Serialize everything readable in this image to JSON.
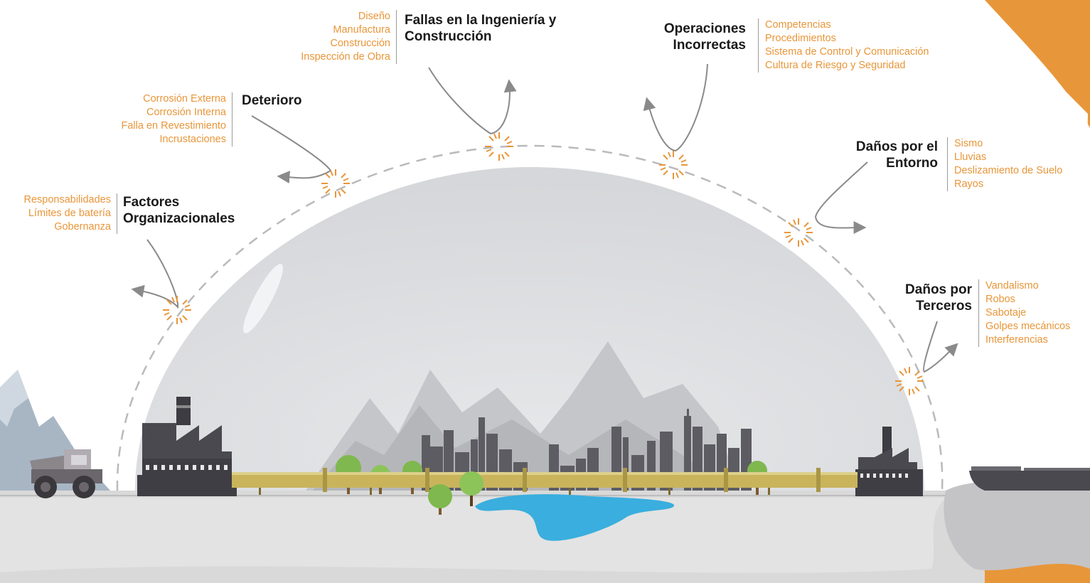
{
  "categories": [
    {
      "id": "factores",
      "title_line1": "Factores",
      "title_line2": "Organizacionales",
      "items": [
        "Responsabilidades",
        "Límites de batería",
        "Gobernanza"
      ]
    },
    {
      "id": "deterioro",
      "title_line1": "Deterioro",
      "items": [
        "Corrosión Externa",
        "Corrosión Interna",
        "Falla en Revestimiento",
        "Incrustaciones"
      ]
    },
    {
      "id": "fallas",
      "title_line1": "Fallas en la Ingeniería y",
      "title_line2": "Construcción",
      "items": [
        "Diseño",
        "Manufactura",
        "Construcción",
        "Inspección de Obra"
      ]
    },
    {
      "id": "operaciones",
      "title_line1": "Operaciones",
      "title_line2": "Incorrectas",
      "items": [
        "Competencias",
        "Procedimientos",
        "Sistema de Control y Comunicación",
        "Cultura de Riesgo y Seguridad"
      ]
    },
    {
      "id": "entorno",
      "title_line1": "Daños por el",
      "title_line2": "Entorno",
      "items": [
        "Sismo",
        "Lluvias",
        "Deslizamiento de Suelo",
        "Rayos"
      ]
    },
    {
      "id": "terceros",
      "title_line1": "Daños por",
      "title_line2": "Terceros",
      "items": [
        "Vandalismo",
        "Robos",
        "Sabotaje",
        "Golpes mecánicos",
        "Interferencias"
      ]
    }
  ],
  "colors": {
    "accent": "#e8963a",
    "title": "#1a1a1a",
    "dome": "#dedfe1",
    "ground": "#dcdcdc",
    "pipeline": "#c9b45c",
    "building": "#5d5c63",
    "lake": "#3aaede",
    "tree": "#7fb84e",
    "arrow": "#8a8a8a",
    "orange_band": "#e8963a"
  },
  "icons": [
    "mining-truck-icon",
    "factory-icon",
    "city-skyline-icon",
    "tree-icon",
    "lake-icon",
    "ship-icon",
    "impact-burst-icon",
    "arrow-icon",
    "mountain-icon"
  ]
}
